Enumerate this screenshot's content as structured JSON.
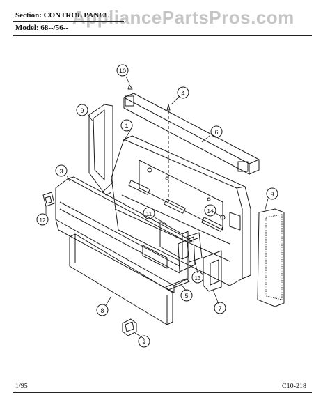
{
  "header": {
    "section_label": "Section:",
    "section_value": "CONTROL PANEL",
    "model_label": "Model:",
    "model_value": "68--/56--"
  },
  "watermark": "AppliancePartsPros.com",
  "footer": {
    "date": "1/95",
    "code": "C10-218"
  },
  "callouts": {
    "c1": "1",
    "c2": "2",
    "c3": "3",
    "c4": "4",
    "c5": "5",
    "c6": "6",
    "c7": "7",
    "c8": "8",
    "c9a": "9",
    "c9b": "9",
    "c10": "10",
    "c11": "11",
    "c12": "12",
    "c13": "13",
    "c14": "14"
  },
  "colors": {
    "line": "#1a1a1a",
    "watermark": "#969696",
    "paper": "#ffffff"
  }
}
